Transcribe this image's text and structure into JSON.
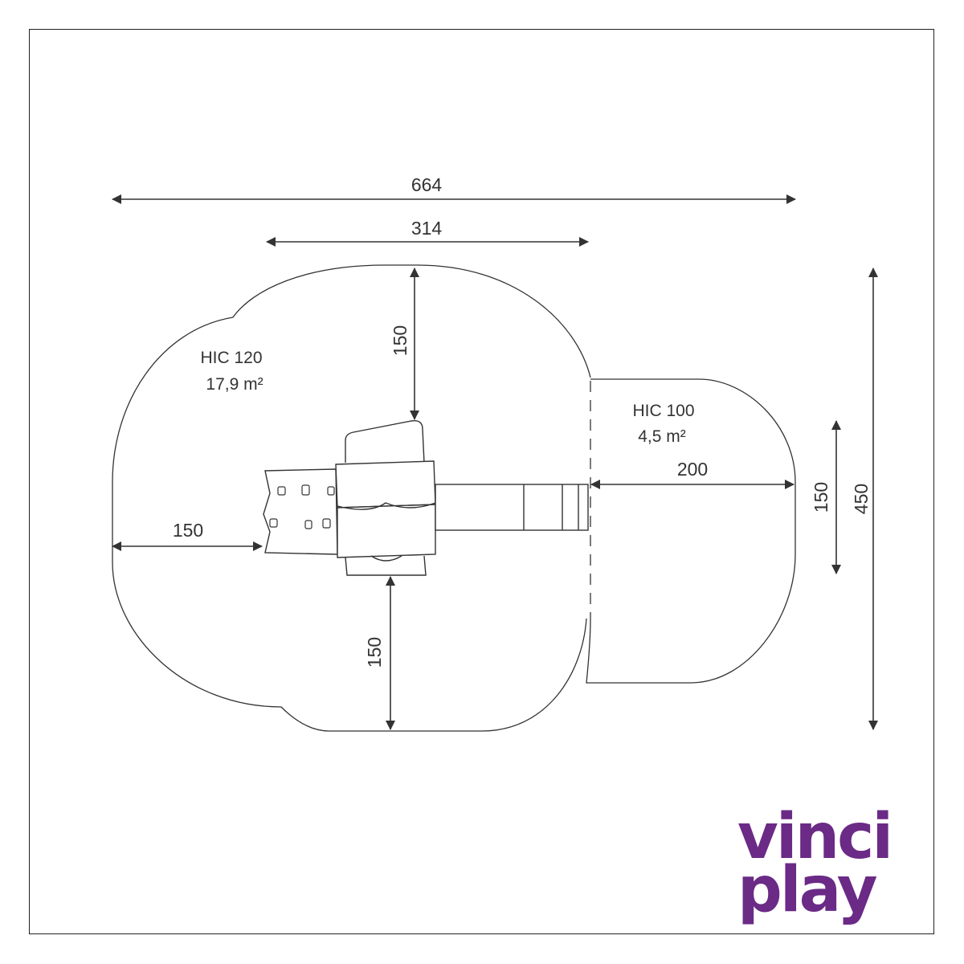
{
  "dimensions": {
    "overall_width": "664",
    "unit_width": "314",
    "clearance_top": "150",
    "clearance_left": "150",
    "clearance_bottom": "150",
    "slide_runout": "200",
    "slide_zone_width": "150",
    "overall_depth": "450"
  },
  "zones": {
    "main": {
      "hic": "HIC 120",
      "area": "17,9 m²"
    },
    "slide": {
      "hic": "HIC 100",
      "area": "4,5 m²"
    }
  },
  "logo": {
    "line1": "vinci",
    "line2": "play"
  },
  "colors": {
    "line": "#333333",
    "logo": "#6b2a86"
  }
}
